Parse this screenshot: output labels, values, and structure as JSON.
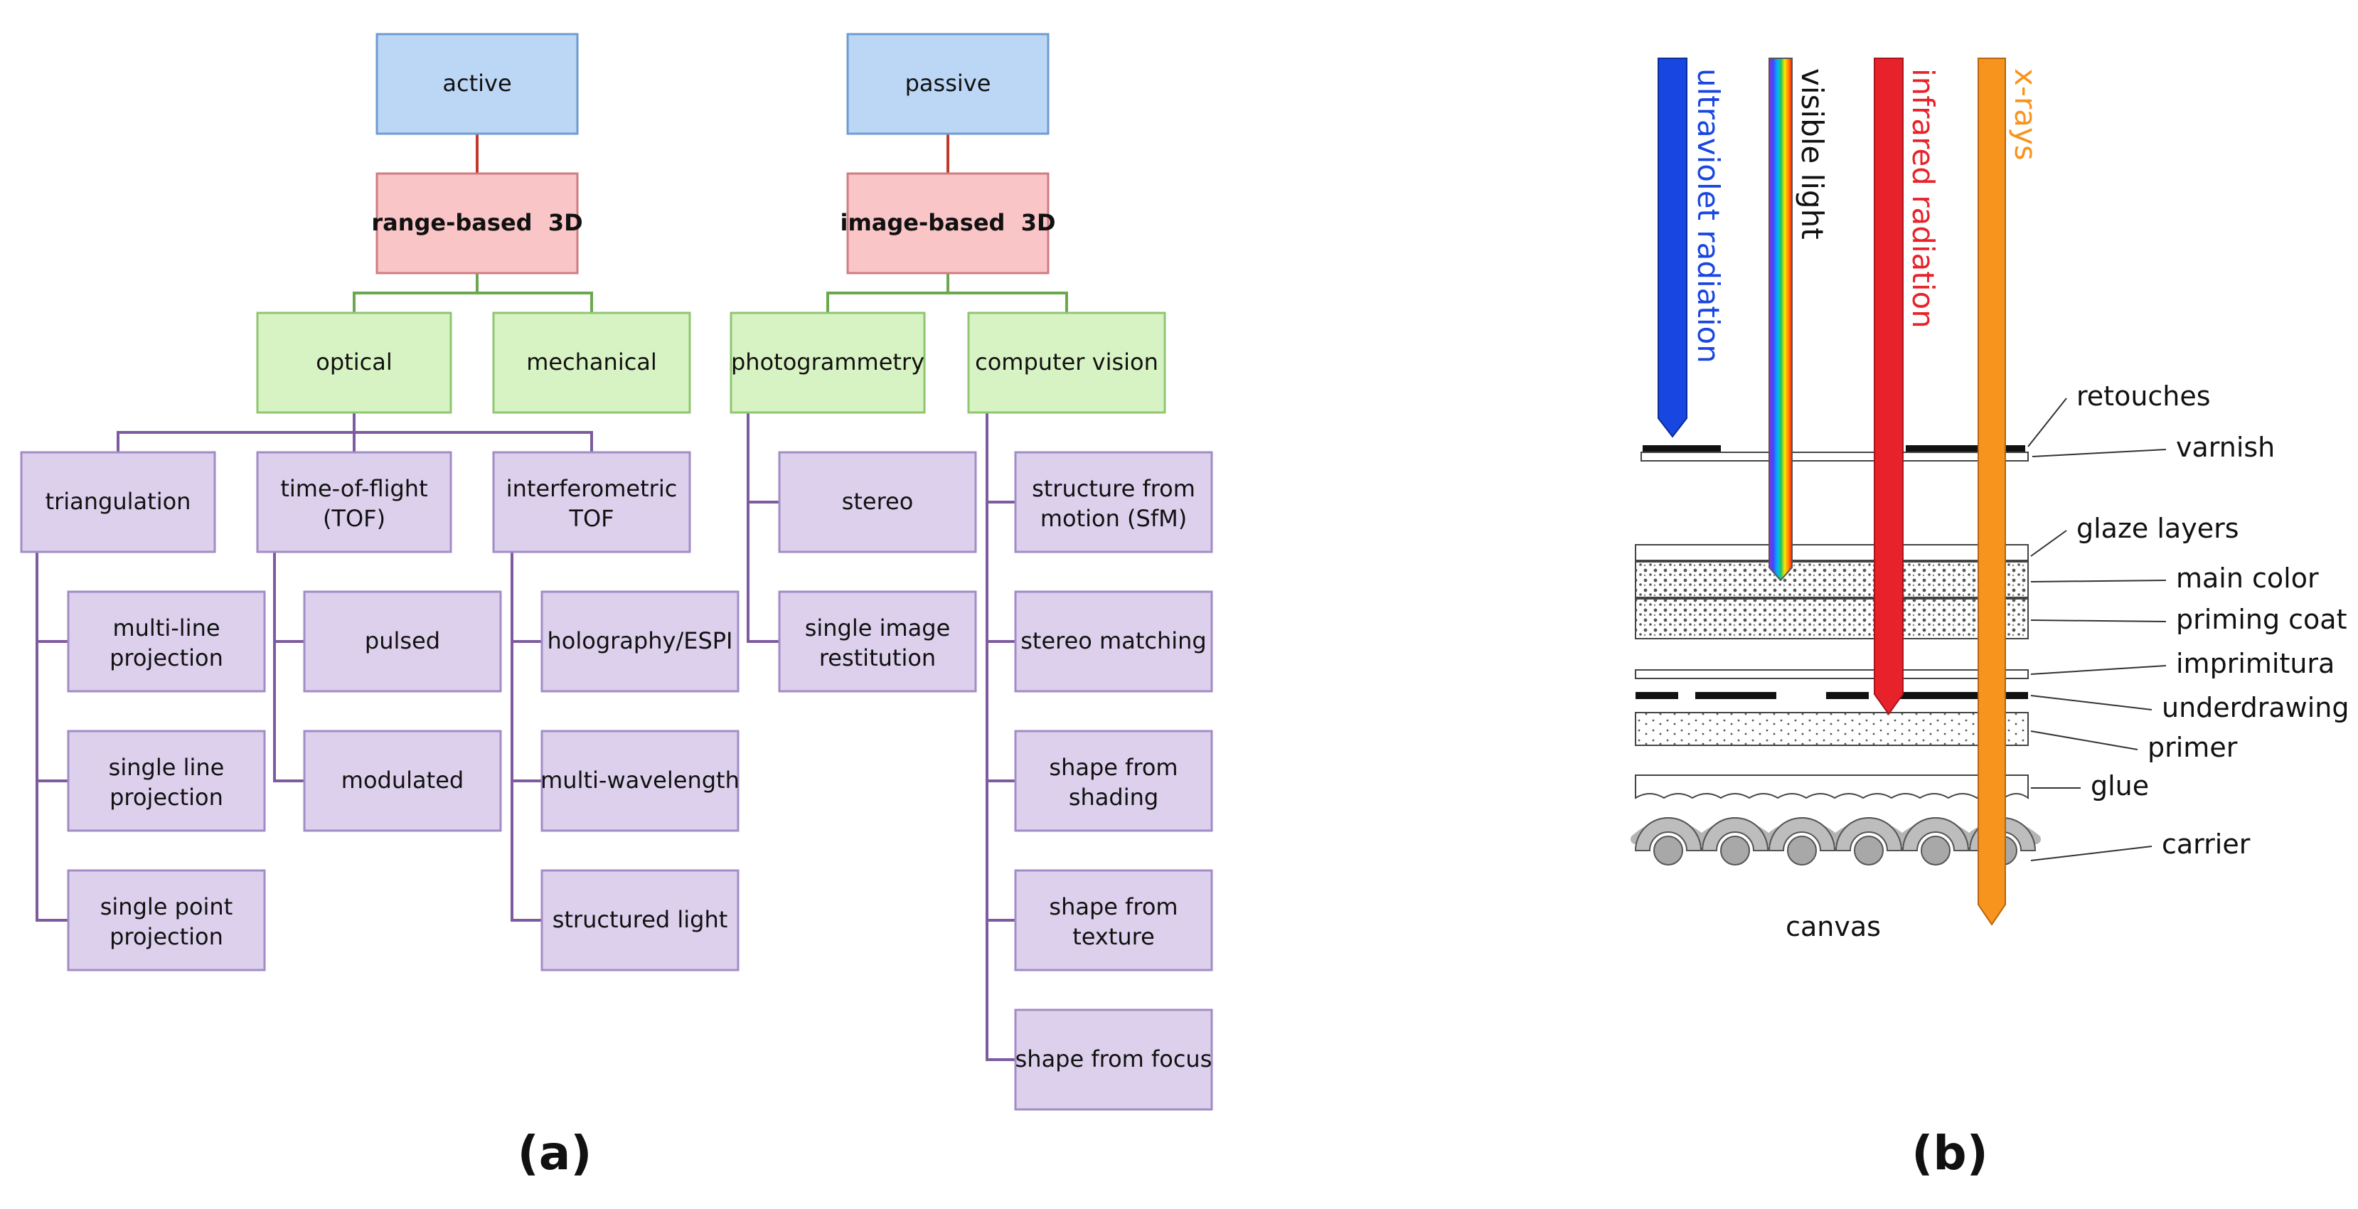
{
  "taxonomy": {
    "nodes": {
      "active": "active",
      "passive": "passive",
      "range_based": "range-based  3D",
      "image_based": "image-based  3D",
      "optical": "optical",
      "mechanical": "mechanical",
      "photogrammetry": "photogrammetry",
      "computer_vision": "computer vision",
      "triangulation": "triangulation",
      "tof": [
        "time-of-flight",
        "(TOF)"
      ],
      "interferometric": [
        "interferometric",
        "TOF"
      ],
      "multi_line": [
        "multi-line",
        "projection"
      ],
      "single_line": [
        "single line",
        "projection"
      ],
      "single_point": [
        "single point",
        "projection"
      ],
      "pulsed": "pulsed",
      "modulated": "modulated",
      "holography": "holography/ESPI",
      "multi_wavelength": "multi-wavelength",
      "structured_light": "structured light",
      "stereo": "stereo",
      "single_image": [
        "single image",
        "restitution"
      ],
      "sfm": [
        "structure from",
        "motion (SfM)"
      ],
      "stereo_matching": "stereo matching",
      "shape_shading": [
        "shape from",
        "shading"
      ],
      "shape_texture": [
        "shape from",
        "texture"
      ],
      "shape_focus": "shape from focus"
    },
    "colors": {
      "blue_fill": "#bcd7f5",
      "blue_border": "#6e9bd0",
      "red_fill": "#f9c5c7",
      "red_border": "#d07c80",
      "green_fill": "#d8f3c3",
      "green_border": "#8fc672",
      "purple_fill": "#dcd0ec",
      "purple_border": "#a28cc6",
      "red_line": "#c0392b",
      "green_line": "#6aa84f",
      "purple_line": "#7d5b9e"
    }
  },
  "painting": {
    "rays": {
      "ultraviolet": "ultraviolet radiation",
      "visible": "visible light",
      "infrared": "infrared radiation",
      "xrays": "x-rays"
    },
    "layers": [
      "retouches",
      "varnish",
      "glaze layers",
      "main color",
      "priming coat",
      "imprimitura",
      "underdrawing",
      "primer",
      "glue",
      "carrier"
    ],
    "canvas_label": "canvas",
    "colors": {
      "uv": "#1846e0",
      "ir": "#e8222a",
      "xray": "#f7941d",
      "uv_text": "#1846e0",
      "ir_text": "#e8222a",
      "xray_text": "#f7941d"
    }
  },
  "panel_labels": {
    "a": "(a)",
    "b": "(b)"
  }
}
